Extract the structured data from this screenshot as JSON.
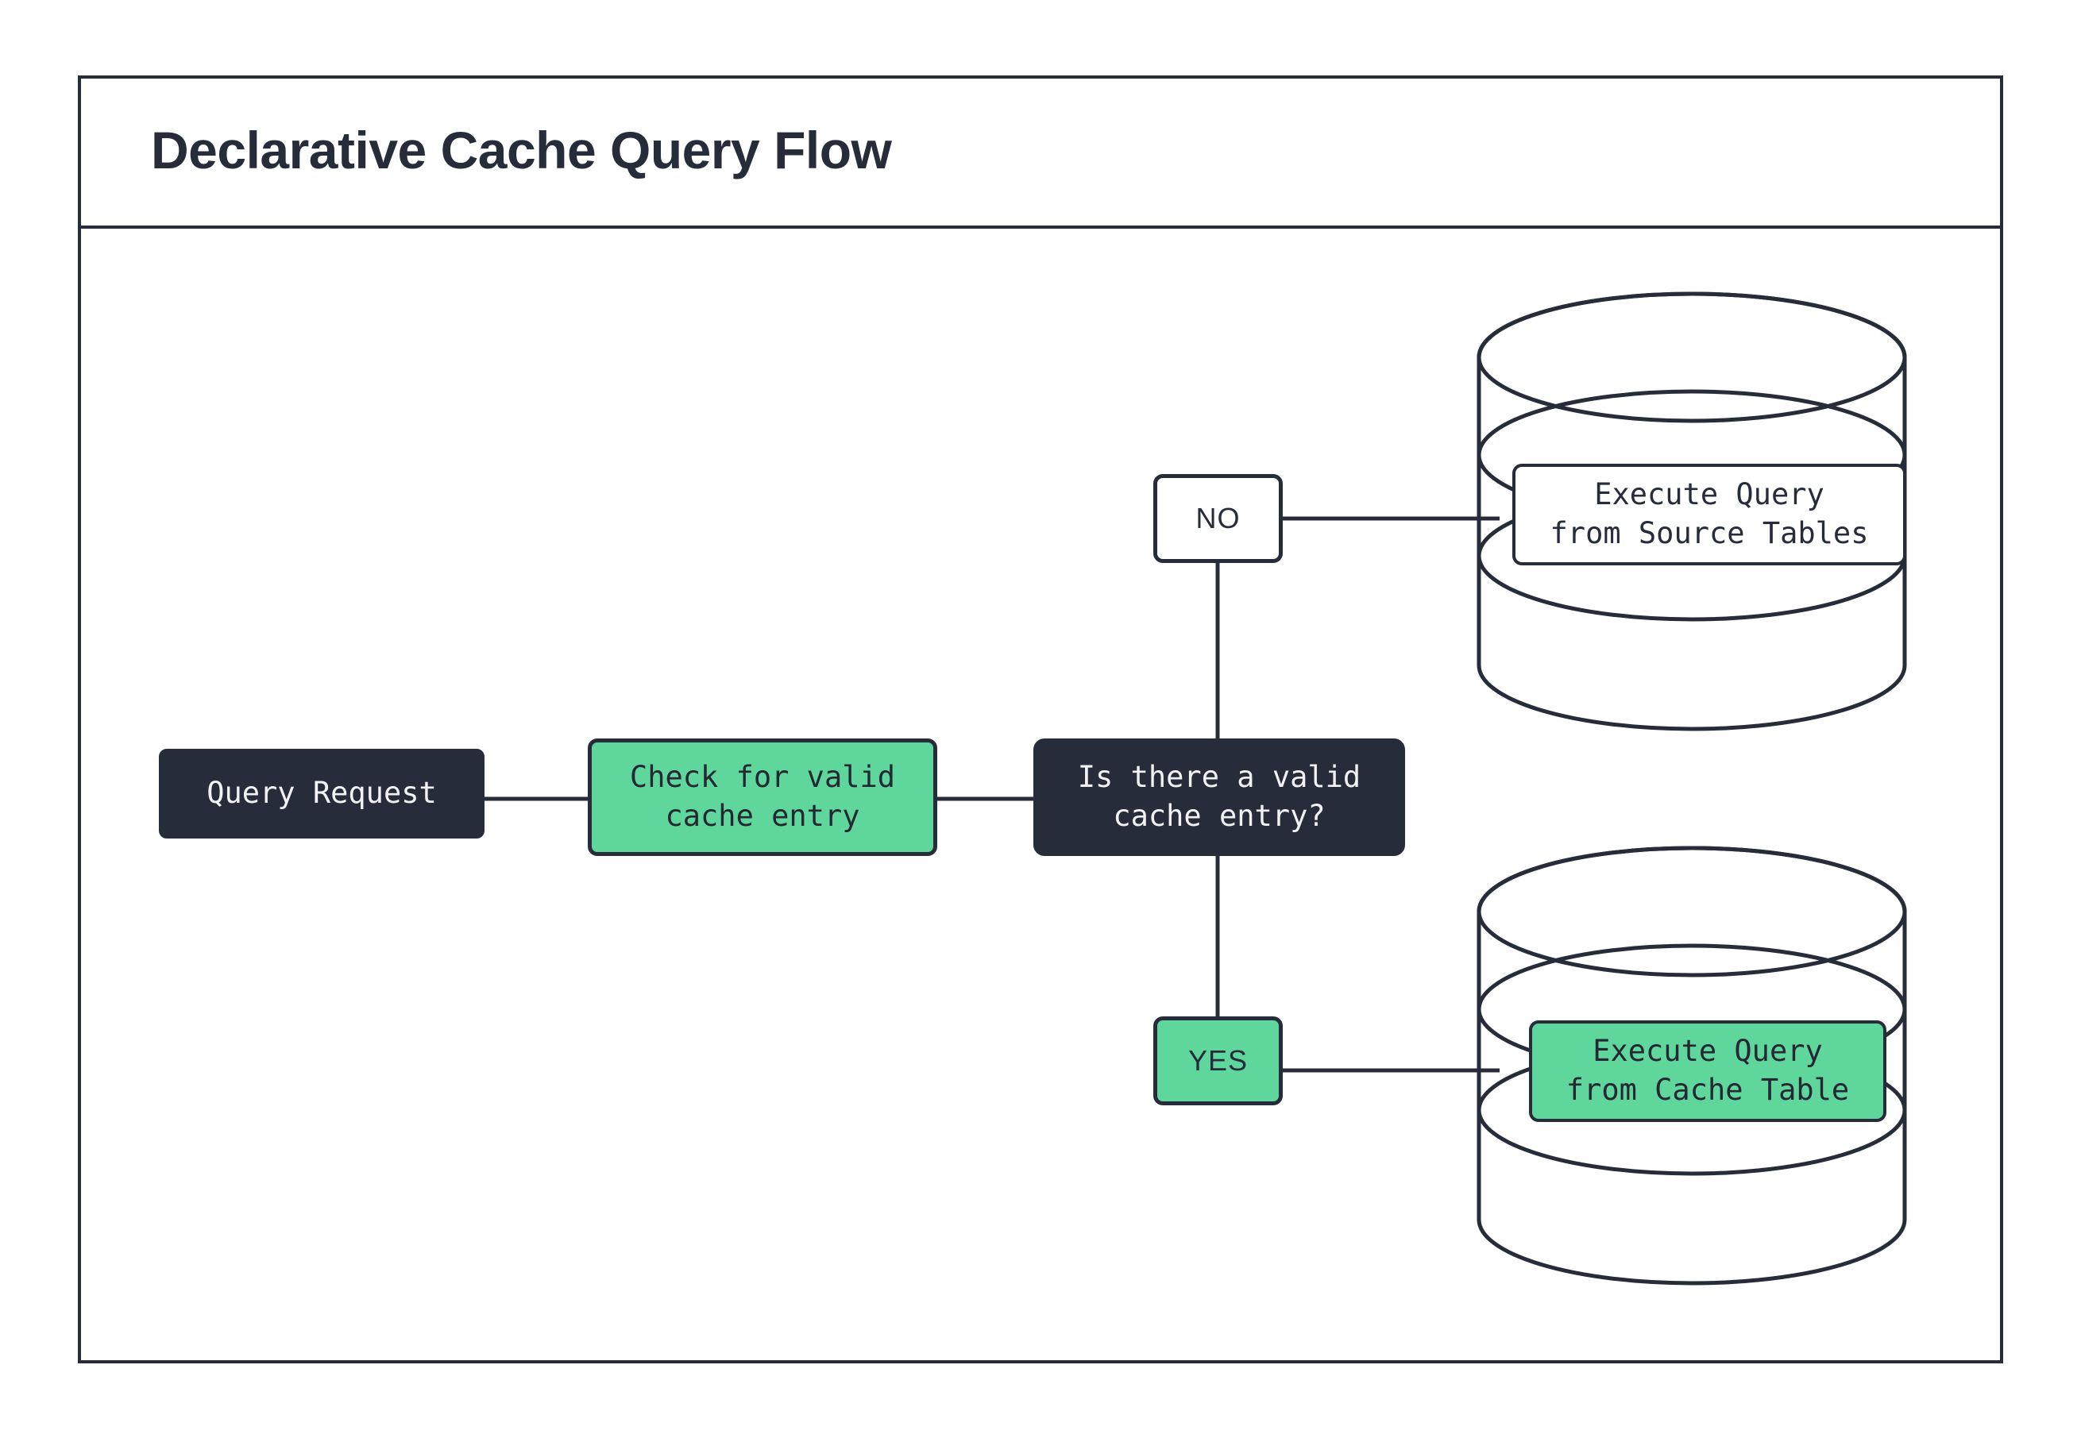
{
  "diagram": {
    "title": "Declarative Cache Query Flow",
    "theme": {
      "ink": "#272c3b",
      "accent_green": "#5fd69c",
      "surface": "#ffffff",
      "dark_fill": "#272c3b",
      "dark_text": "#f1f2f4"
    },
    "nodes": [
      {
        "id": "query-request",
        "label": "Query Request",
        "shape": "rounded-rect",
        "style": "dark"
      },
      {
        "id": "check-cache",
        "label": "Check for valid\ncache entry",
        "shape": "rounded-rect",
        "style": "green"
      },
      {
        "id": "decision",
        "label": "Is there a valid\ncache entry?",
        "shape": "rounded-rect",
        "style": "dark"
      },
      {
        "id": "source-db",
        "label": "Execute Query\nfrom Source Tables",
        "shape": "database-cylinder",
        "style": "white"
      },
      {
        "id": "cache-db",
        "label": "Execute Query\nfrom Cache Table",
        "shape": "database-cylinder",
        "style": "green"
      }
    ],
    "edges": [
      {
        "id": "e1",
        "from": "query-request",
        "to": "check-cache",
        "label": ""
      },
      {
        "id": "e2",
        "from": "check-cache",
        "to": "decision",
        "label": ""
      },
      {
        "id": "e3",
        "from": "decision",
        "to": "source-db",
        "label": "NO"
      },
      {
        "id": "e4",
        "from": "decision",
        "to": "cache-db",
        "label": "YES"
      }
    ],
    "edge_labels": {
      "no": "NO",
      "yes": "YES"
    }
  }
}
